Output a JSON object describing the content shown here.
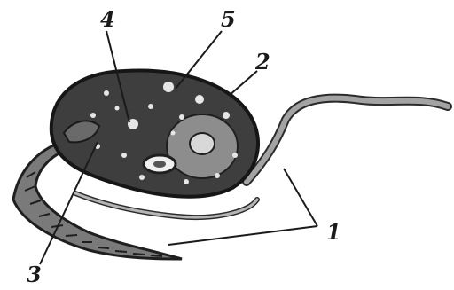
{
  "figure": {
    "colors": {
      "ink": "#1a1a1a",
      "body_fill": "#3f3f3f",
      "granule": "#e6e6e6",
      "flagellum": "#9a9a9a",
      "background": "#ffffff"
    },
    "labels": [
      {
        "id": "label-1",
        "text": "1"
      },
      {
        "id": "label-2",
        "text": "2"
      },
      {
        "id": "label-3",
        "text": "3"
      },
      {
        "id": "label-4",
        "text": "4"
      },
      {
        "id": "label-5",
        "text": "5"
      }
    ]
  }
}
